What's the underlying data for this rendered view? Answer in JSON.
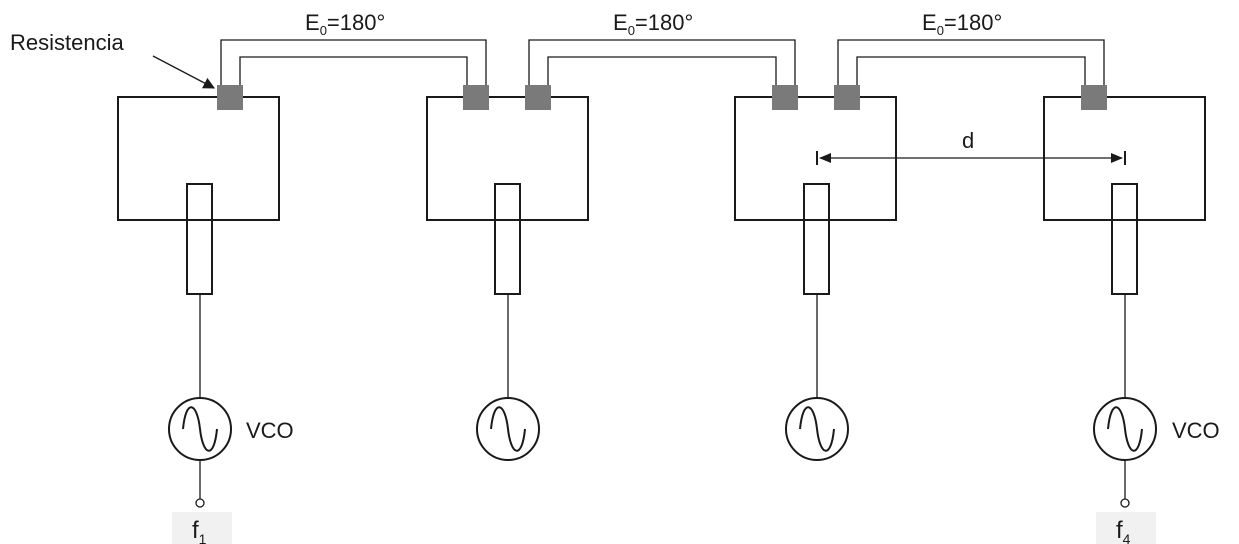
{
  "annotations": {
    "resistor_label": "Resistencia",
    "distance_label": "d"
  },
  "phase_lines": [
    {
      "main": "E",
      "sub": "0",
      "rest": "=180°"
    },
    {
      "main": "E",
      "sub": "0",
      "rest": "=180°"
    },
    {
      "main": "E",
      "sub": "0",
      "rest": "=180°"
    }
  ],
  "oscillators": [
    {
      "label": "VCO",
      "terminal": "f",
      "terminal_sub": "1"
    },
    {
      "label": "",
      "terminal": "",
      "terminal_sub": ""
    },
    {
      "label": "",
      "terminal": "",
      "terminal_sub": ""
    },
    {
      "label": "VCO",
      "terminal": "f",
      "terminal_sub": "4"
    }
  ],
  "colors": {
    "line": "#1a1a1a",
    "resistor_pad": "#7a7a7a",
    "background": "#ffffff"
  }
}
